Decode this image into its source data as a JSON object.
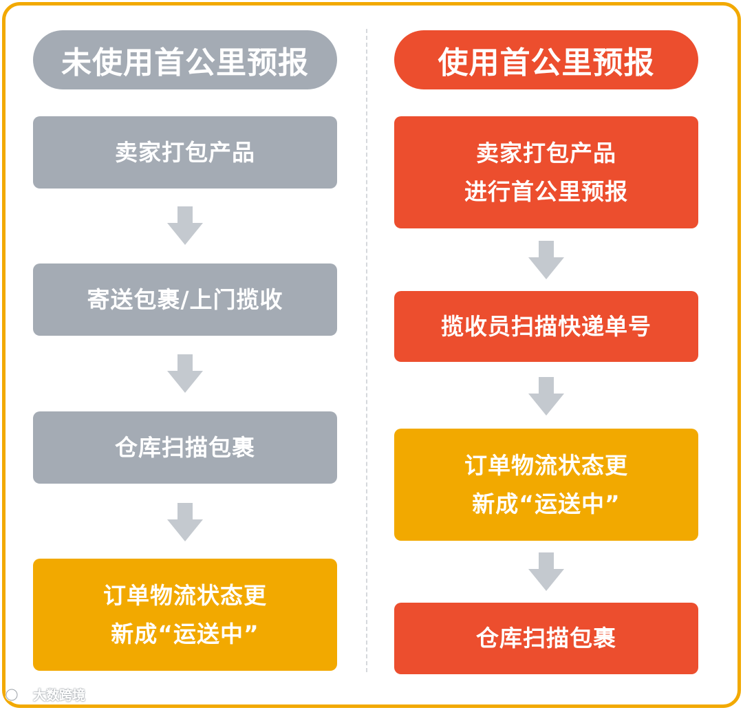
{
  "left": {
    "title": "未使用首公里预报",
    "steps": [
      {
        "lines": [
          "卖家打包产品"
        ]
      },
      {
        "lines": [
          "寄送包裹/上门揽收"
        ]
      },
      {
        "lines": [
          "仓库扫描包裹"
        ]
      },
      {
        "lines": [
          "订单物流状态更",
          "新成“运送中”"
        ]
      }
    ]
  },
  "right": {
    "title": "使用首公里预报",
    "steps": [
      {
        "lines": [
          "卖家打包产品",
          "进行首公里预报"
        ]
      },
      {
        "lines": [
          "揽收员扫描快递单号"
        ]
      },
      {
        "lines": [
          "订单物流状态更",
          "新成“运送中”"
        ]
      },
      {
        "lines": [
          "仓库扫描包裹"
        ]
      }
    ]
  },
  "watermark": {
    "text": "大数跨境",
    "icon": "logo-mark-icon"
  },
  "colors": {
    "frame": "#F2A900",
    "gray": "#A4ABB4",
    "red": "#EC4E2E",
    "gold": "#F2A900",
    "arrow": "#C4C9CF"
  }
}
